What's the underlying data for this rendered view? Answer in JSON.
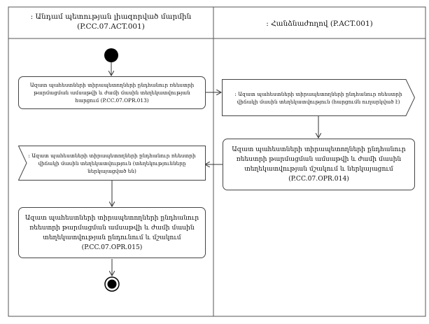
{
  "lanes": {
    "left_title": ": Անդամ պետության լիազորված մարմին\n(P.CC.07.ACT.001)",
    "right_title": ": Հանձնաժողով (P.ACT.001)"
  },
  "nodes": {
    "op013": "Ազատ պահեստների տիրապետողների ընդհանուր ռեեստրի թարմացման ամսաթվի և ժամի մասին տեղեկատվության հարցում (P.CC.07.OPR.013)",
    "signal_request": ": Ազատ պահեստների տիրապետողների ընդհանուր ռեեստրի վիճակի մասին տեղեկատվություն (հարցումն ուղարկված է)",
    "op014": "Ազատ պահեստների տիրապետողների ընդհանուր ռեեստրի թարմացման ամսաթվի և ժամի մասին տեղեկատվության մշակում և ներկայացում (P.CC.07.OPR.014)",
    "signal_response": ": Ազատ պահեստների տիրապետողների ընդհանուր ռեեստրի վիճակի մասին տեղեկատվություն (տեղեկությունները ներկայացված են)",
    "op015": "Ազատ պահեստների տիրապետողների ընդհանուր ռեեստրի թարմացման ամսաթվի և ժամի մասին տեղեկատվության ընդունում և մշակում (P.CC.07.OPR.015)"
  }
}
